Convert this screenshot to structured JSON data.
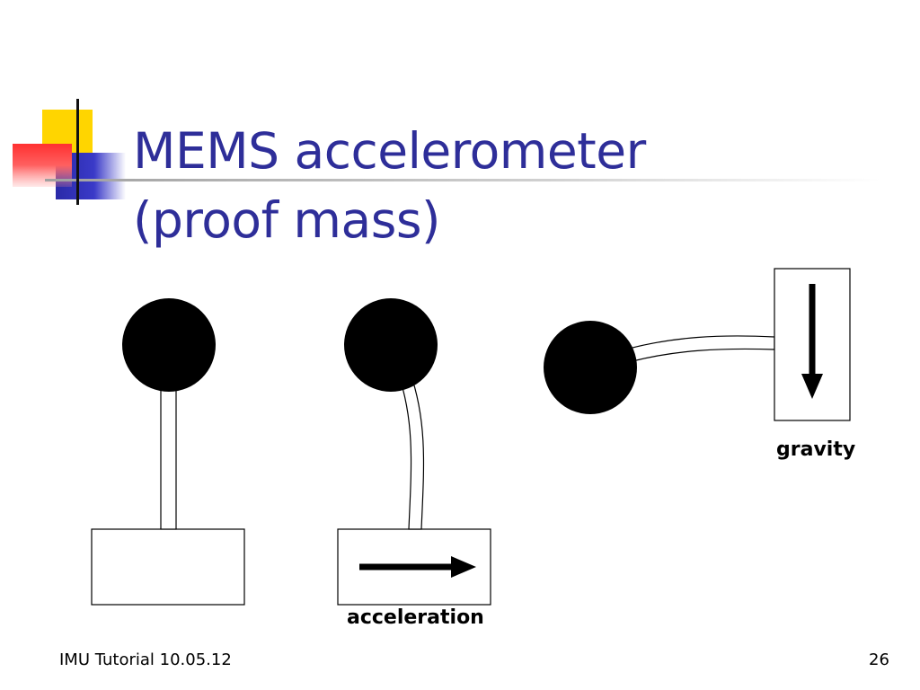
{
  "slide": {
    "title_line1": "MEMS accelerometer",
    "title_line2": "(proof mass)",
    "colors": {
      "title": "#2e2e99",
      "accent_yellow": "#ffd500",
      "accent_red": "#ff4444",
      "accent_blue": "#2a2aa8"
    }
  },
  "diagram": {
    "labels": {
      "acceleration": "acceleration",
      "gravity": "gravity"
    }
  },
  "footer": {
    "left": "IMU Tutorial 10.05.12",
    "page_number": "26"
  }
}
